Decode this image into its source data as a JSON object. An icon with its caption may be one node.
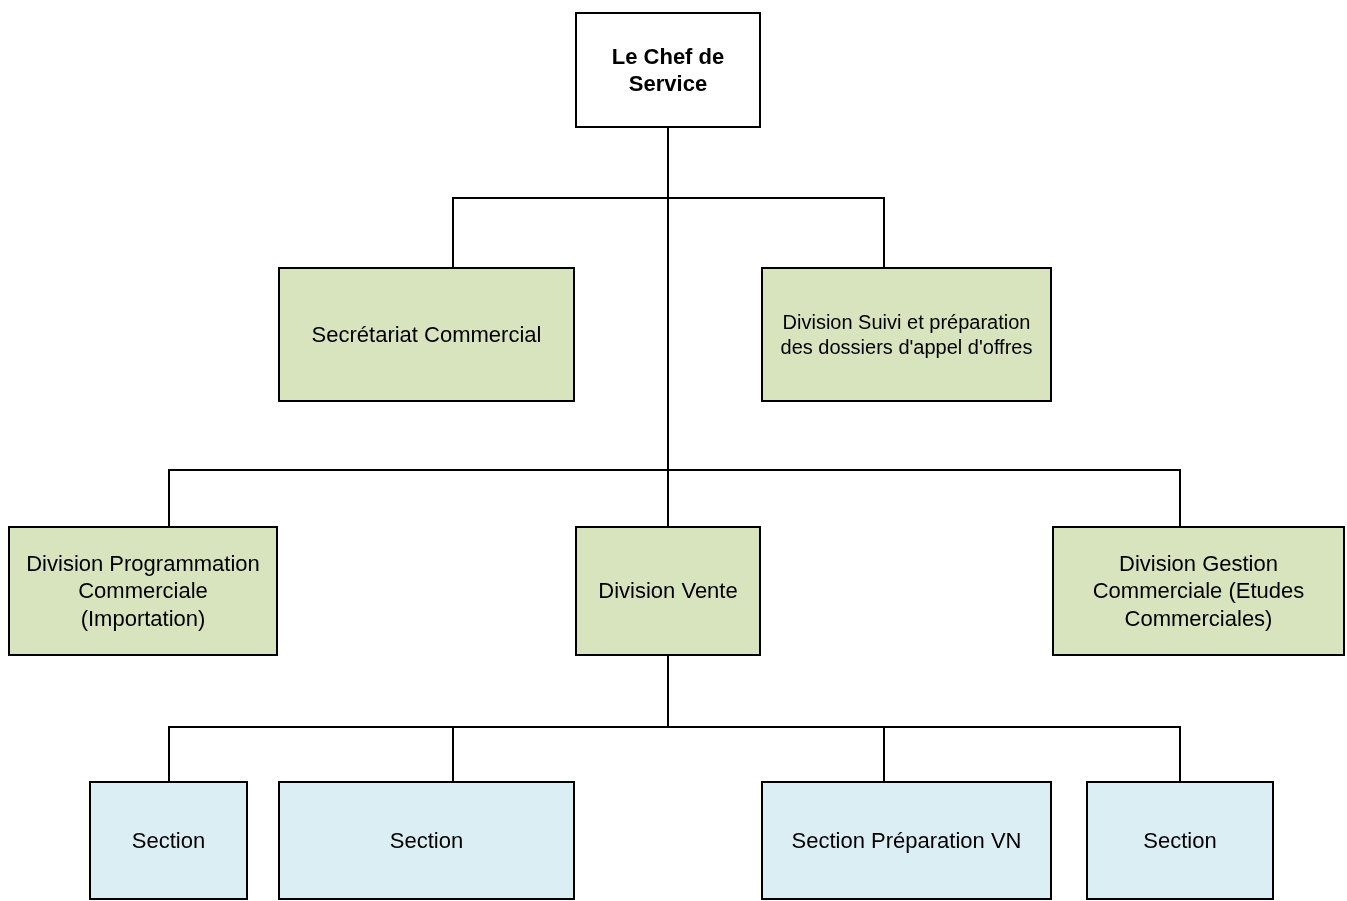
{
  "diagram": {
    "nodes": [
      {
        "text": [
          "Le Chef de Service"
        ]
      },
      {
        "text": [
          "Secrétariat Commercial"
        ]
      },
      {
        "text": [
          "Division Suivi et préparation des dossiers d'appel d'offres"
        ]
      },
      {
        "text": [
          "Division Programmation Commerciale (Importation)"
        ]
      },
      {
        "text": [
          "Division Vente"
        ]
      },
      {
        "text": [
          "Division Gestion Commerciale (Etudes Commerciales)"
        ]
      },
      {
        "text": [
          "Section"
        ]
      },
      {
        "text": [
          "Section"
        ]
      },
      {
        "text": [
          "Section Préparation VN"
        ]
      },
      {
        "text": [
          "Section"
        ]
      }
    ],
    "edges": [
      {
        "from": 0,
        "to": 1,
        "arrow": "none"
      },
      {
        "from": 0,
        "to": 2,
        "arrow": "none"
      },
      {
        "from": 0,
        "to": 3,
        "arrow": "none"
      },
      {
        "from": 0,
        "to": 4,
        "arrow": "none"
      },
      {
        "from": 0,
        "to": 5,
        "arrow": "none"
      },
      {
        "from": 4,
        "to": 6,
        "arrow": "none"
      },
      {
        "from": 4,
        "to": 7,
        "arrow": "none"
      },
      {
        "from": 4,
        "to": 8,
        "arrow": "none"
      },
      {
        "from": 4,
        "to": 9,
        "arrow": "none"
      }
    ]
  }
}
